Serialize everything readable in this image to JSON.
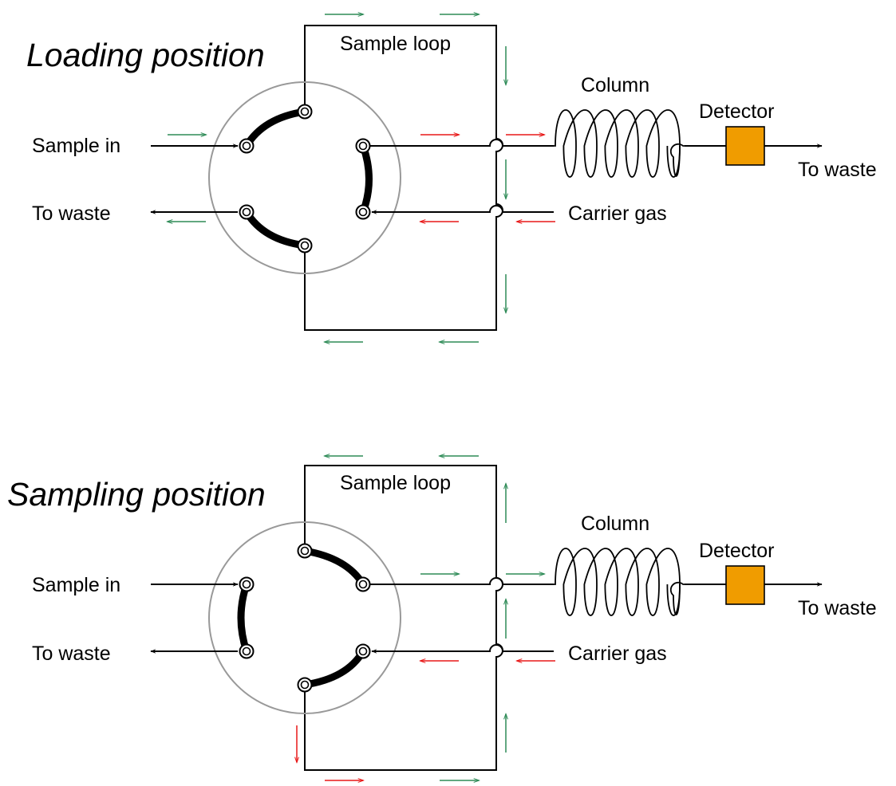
{
  "colors": {
    "sample_flow": "#2e8b57",
    "carrier_flow": "#e81818",
    "detector_fill": "#f09c00",
    "valve_outline": "#999999"
  },
  "panels": [
    {
      "id": "loading",
      "title": "Loading position",
      "labels": {
        "sample_loop": "Sample loop",
        "column": "Column",
        "detector": "Detector",
        "sample_in": "Sample in",
        "to_waste_left": "To waste",
        "carrier_gas": "Carrier gas",
        "to_waste_right": "To waste"
      }
    },
    {
      "id": "sampling",
      "title": "Sampling position",
      "labels": {
        "sample_loop": "Sample loop",
        "column": "Column",
        "detector": "Detector",
        "sample_in": "Sample in",
        "to_waste_left": "To waste",
        "carrier_gas": "Carrier gas",
        "to_waste_right": "To waste"
      }
    }
  ]
}
